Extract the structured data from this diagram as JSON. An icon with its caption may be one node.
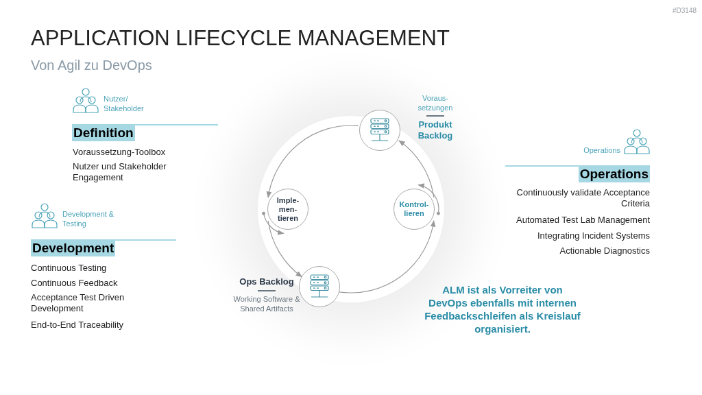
{
  "diagram": {
    "title": "APPLICATION LIFECYCLE MANAGEMENT",
    "nodes": [
      {
        "text": [],
        "shape": "circle",
        "beside": [
          "Voraus- setzungen",
          "Produkt Backlog"
        ]
      },
      {
        "text": [
          "Imple- men- tieren"
        ]
      },
      {
        "text": [],
        "shape": "circle",
        "beside": [
          "Ops Backlog",
          "Working Software & Shared Artifacts"
        ]
      },
      {
        "text": [
          "Kontrol- lieren"
        ]
      }
    ],
    "edges": [
      {
        "from": 0,
        "to": 1,
        "arrow": "to"
      },
      {
        "from": 1,
        "to": 2,
        "arrow": "to"
      },
      {
        "from": 2,
        "to": 3,
        "arrow": "to"
      },
      {
        "from": 3,
        "to": 0,
        "arrow": "to"
      }
    ],
    "labels": [
      "#D3148",
      "Von Agil zu DevOps",
      "Nutzer/ Stakeholder",
      "Definition",
      "Voraussetzung-Toolbox",
      "Nutzer und Stakeholder Engagement",
      "Development & Testing",
      "Development",
      "Continuous Testing",
      "Continuous Feedback",
      "Acceptance Test Driven Development",
      "End-to-End Traceability",
      "Operations",
      "Operations",
      "Continuously validate Acceptance Criteria",
      "Automated Test Lab Management",
      "Integrating Incident Systems",
      "Actionable Diagnostics",
      "ALM ist als Vorreiter von DevOps ebenfalls mit internen Feedbackschleifen als Kreislauf organisiert."
    ]
  }
}
